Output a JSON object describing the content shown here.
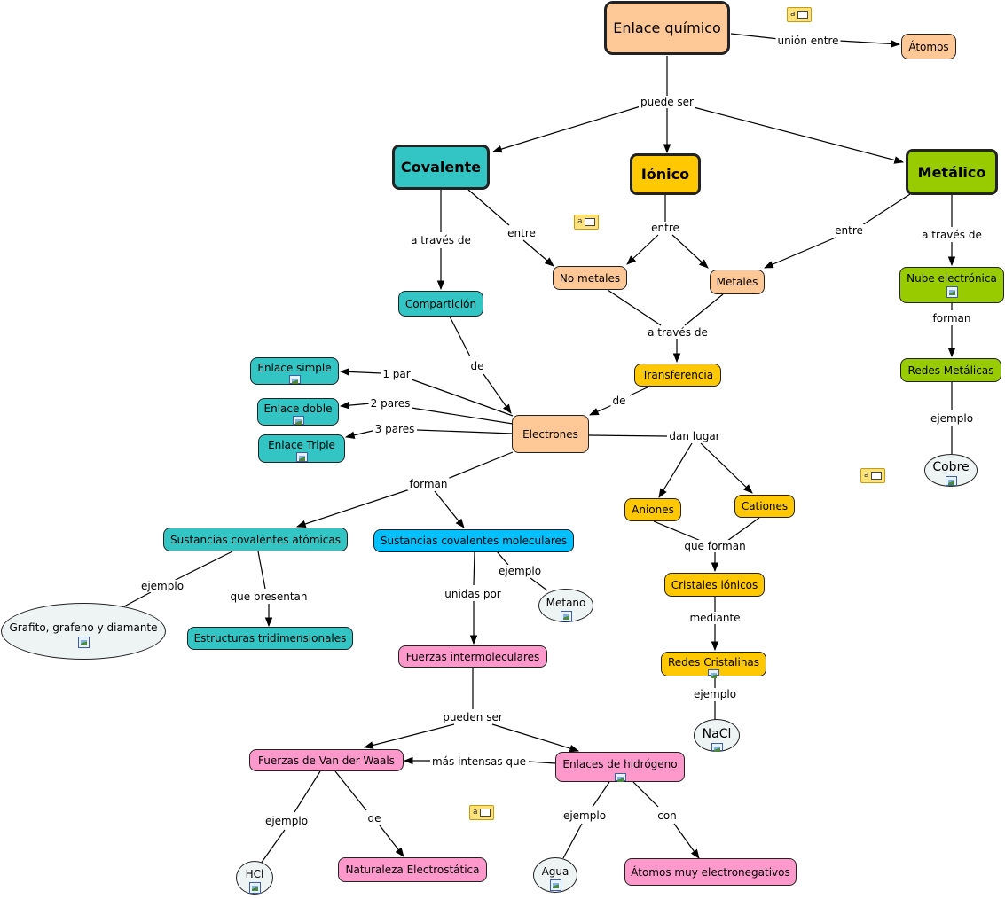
{
  "colors": {
    "orange": "#ffc896",
    "teal": "#33c4c4",
    "yellow": "#ffc800",
    "green": "#99cc00",
    "blue": "#00c0ff",
    "pink": "#ff99cc",
    "ellipse": "#eef4f4"
  },
  "nodes": {
    "enlace_quimico": "Enlace químico",
    "atomos": "Átomos",
    "covalente": "Covalente",
    "ionico": "Iónico",
    "metalico": "Metálico",
    "no_metales": "No metales",
    "metales": "Metales",
    "comparticion": "Compartición",
    "nube_electronica": "Nube electrónica",
    "redes_metalicas": "Redes Metálicas",
    "cobre": "Cobre",
    "transferencia": "Transferencia",
    "enlace_simple": "Enlace simple",
    "enlace_doble": "Enlace doble",
    "enlace_triple": "Enlace Triple",
    "electrones": "Electrones",
    "aniones": "Aniones",
    "cationes": "Cationes",
    "sust_cov_atomicas": "Sustancias covalentes atómicas",
    "sust_cov_moleculares": "Sustancias covalentes moleculares",
    "metano": "Metano",
    "cristales_ionicos": "Cristales iónicos",
    "grafito": "Grafito, grafeno y diamante",
    "estructuras_tri": "Estructuras tridimensionales",
    "fuerzas_intermoleculares": "Fuerzas intermoleculares",
    "redes_cristalinas": "Redes Cristalinas",
    "nacl": "NaCl",
    "van_der_waals": "Fuerzas de Van der Waals",
    "enlaces_hidrogeno": "Enlaces de hidrógeno",
    "hcl": "HCl",
    "naturaleza_electrostatica": "Naturaleza Electrostática",
    "agua": "Agua",
    "atomos_electronegativos": "Átomos muy electronegativos"
  },
  "links": {
    "union_entre": "unión entre",
    "puede_ser": "puede ser",
    "a_traves_de_cov": "a través de",
    "entre_cov": "entre",
    "entre_ion": "entre",
    "entre_met": "entre",
    "a_traves_de_met": "a través de",
    "a_traves_de_trans": "a través de",
    "forman_nube": "forman",
    "ejemplo_cobre": "ejemplo",
    "de_comparticion": "de",
    "de_transferencia": "de",
    "un_par": "1 par",
    "dos_pares": "2 pares",
    "tres_pares": "3 pares",
    "dan_lugar": "dan lugar",
    "forman_electrones": "forman",
    "que_forman": "que forman",
    "ejemplo_grafito": "ejemplo",
    "que_presentan": "que presentan",
    "unidas_por": "unidas por",
    "ejemplo_metano": "ejemplo",
    "mediante": "mediante",
    "ejemplo_nacl": "ejemplo",
    "pueden_ser": "pueden ser",
    "mas_intensas_que": "más intensas que",
    "ejemplo_hcl": "ejemplo",
    "de_naturaleza": "de",
    "ejemplo_agua": "ejemplo",
    "con": "con"
  },
  "icons": {
    "note": "annotation-note-icon",
    "image": "image-attachment-icon",
    "note_letter": "a"
  }
}
